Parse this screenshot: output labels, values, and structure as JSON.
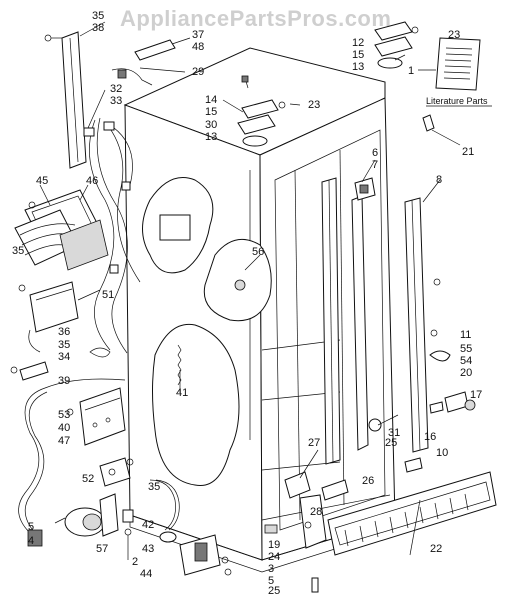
{
  "watermark": "AppliancePartsPros.com",
  "literature_label": "Literature Parts",
  "callouts": [
    "35",
    "38",
    "37",
    "48",
    "29",
    "23",
    "12",
    "15",
    "13",
    "1",
    "32",
    "33",
    "14",
    "15",
    "23",
    "30",
    "13",
    "21",
    "45",
    "46",
    "6",
    "7",
    "8",
    "35",
    "56",
    "51",
    "36",
    "35",
    "34",
    "39",
    "11",
    "55",
    "54",
    "20",
    "41",
    "53",
    "40",
    "47",
    "17",
    "52",
    "31",
    "16",
    "10",
    "25",
    "35",
    "27",
    "26",
    "28",
    "5",
    "4",
    "57",
    "42",
    "43",
    "2",
    "44",
    "19",
    "24",
    "3",
    "5",
    "25",
    "22"
  ]
}
